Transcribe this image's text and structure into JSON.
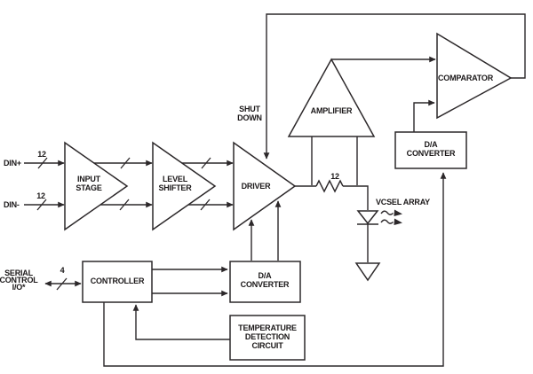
{
  "diagram_type": "vcsel-driver-block-diagram",
  "colors": {
    "background": "#ffffff",
    "line": "#2c282a",
    "text": "#1b1819"
  },
  "labels": {
    "din_plus": "DIN+",
    "din_minus": "DIN-",
    "din_plus_bus_width": "12",
    "din_minus_bus_width": "12",
    "input_stage": [
      "INPUT",
      "STAGE"
    ],
    "level_shifter": [
      "LEVEL",
      "SHIFTER"
    ],
    "driver": "DRIVER",
    "shutdown": [
      "SHUT",
      "DOWN"
    ],
    "amplifier": "AMPLIFIER",
    "comparator": "COMPARATOR",
    "dac_top": [
      "D/A",
      "CONVERTER"
    ],
    "dac_bottom": [
      "D/A",
      "CONVERTER"
    ],
    "controller": "CONTROLLER",
    "temperature_detection": [
      "TEMPERATURE",
      "DETECTION",
      "CIRCUIT"
    ],
    "serial_control": [
      "SERIAL",
      "CONTROL",
      "I/O*"
    ],
    "serial_bus_width": "4",
    "sense_resistor_value": "12",
    "vcsel_array": "VCSEL ARRAY"
  }
}
